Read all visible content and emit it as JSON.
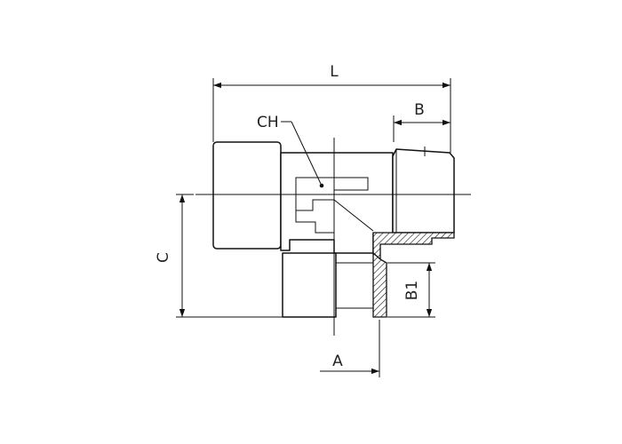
{
  "labels": {
    "L": "L",
    "B": "B",
    "CH": "CH",
    "C": "C",
    "B1": "B1",
    "A": "A"
  }
}
